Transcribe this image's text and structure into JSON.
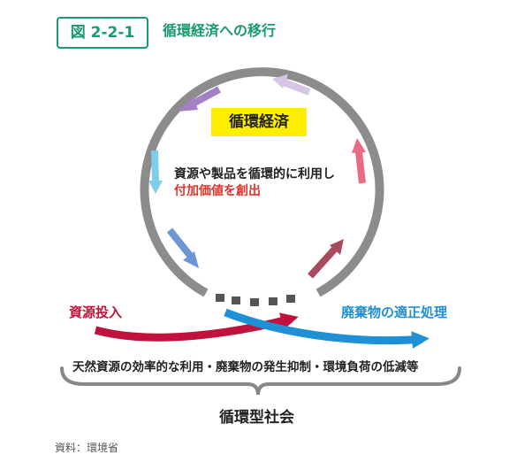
{
  "header": {
    "badge": "図 2-2-1",
    "title": "循環経済への移行",
    "accent_color": "#1a9a6e"
  },
  "diagram": {
    "center_label": "循環経済",
    "desc_line1": "資源や製品を循環的に利用し",
    "desc_line2": "付加価値を創出",
    "input_label": "資源投入",
    "output_label": "廃棄物の適正処理",
    "bottom_text": "天然資源の効率的な利用・廃棄物の発生抑制・環境負荷の低減等",
    "society_label": "循環型社会",
    "colors": {
      "ring": "#8c8c8c",
      "highlight": "#ffed00",
      "input_arrow": "#c0123c",
      "output_arrow": "#1f8fd6",
      "red_text": "#e0332d"
    },
    "cycle_arrows": [
      {
        "color": "#a580c4"
      },
      {
        "color": "#d7c5e6"
      },
      {
        "color": "#7fcde8"
      },
      {
        "color": "#e96a84"
      },
      {
        "color": "#6f96d4"
      },
      {
        "color": "#a94a5e"
      }
    ]
  },
  "footer": {
    "source": "資料：環境省"
  }
}
